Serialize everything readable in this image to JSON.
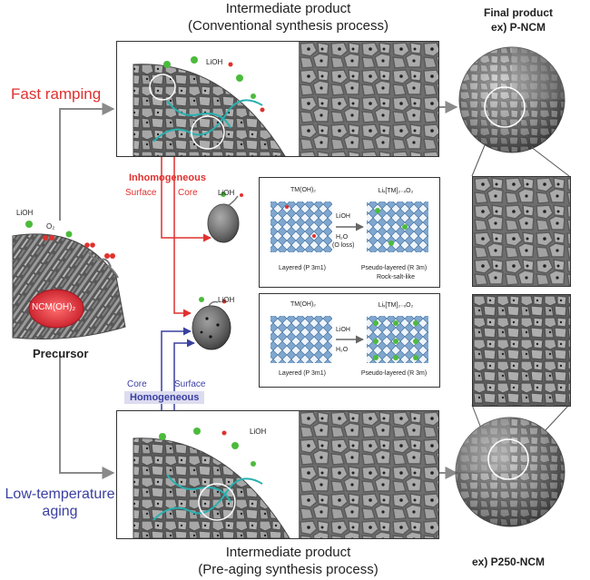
{
  "headers": {
    "top_line1": "Intermediate product",
    "top_line2": "(Conventional synthesis process)",
    "bottom_line1": "Intermediate product",
    "bottom_line2": "(Pre-aging synthesis process)",
    "final_title": "Final product",
    "final_top": "ex) P-NCM",
    "final_bottom": "ex) P250-NCM"
  },
  "routes": {
    "fast_ramping": "Fast ramping",
    "low_temp_line1": "Low-temperature",
    "low_temp_line2": "aging"
  },
  "precursor": {
    "label": "Precursor",
    "core_label": "NCM(OH)₂",
    "lioh": "LiOH",
    "o2": "O₂"
  },
  "inhomogeneous": {
    "title": "Inhomogeneous",
    "surface": "Surface",
    "core": "Core",
    "lioh": "LiOH",
    "struct_left_title": "TM(OH)₂",
    "struct_right_title": "Liₓ[TM]₂₋ₓO₂",
    "arrow_top": "LiOH",
    "arrow_bottom": "H₂O",
    "arrow_bottom2": "(O loss)",
    "left_caption": "Layered (P 3m1)",
    "right_caption": "Pseudo-layered (R 3m)",
    "rock_salt": "Rock-salt-like"
  },
  "homogeneous": {
    "title": "Homogeneous",
    "core": "Core",
    "surface": "Surface",
    "lioh": "LiOH",
    "struct_left_title": "TM(OH)₂",
    "struct_right_title": "Liₓ[TM]₂₋ₓO₂",
    "arrow_top": "LiOH",
    "arrow_bottom": "H₂O",
    "left_caption": "Layered (P 3m1)",
    "right_caption": "Pseudo-layered (R 3m)"
  },
  "intermediate_panels": {
    "top_lioh": "LiOH",
    "bottom_lioh": "LiOH"
  },
  "colors": {
    "red": "#e0312f",
    "blue": "#3a3fa0",
    "sem_gray": "#8a8a8a",
    "lioh_green": "#4cbb3c",
    "cyan_path": "#2ab0b0"
  }
}
